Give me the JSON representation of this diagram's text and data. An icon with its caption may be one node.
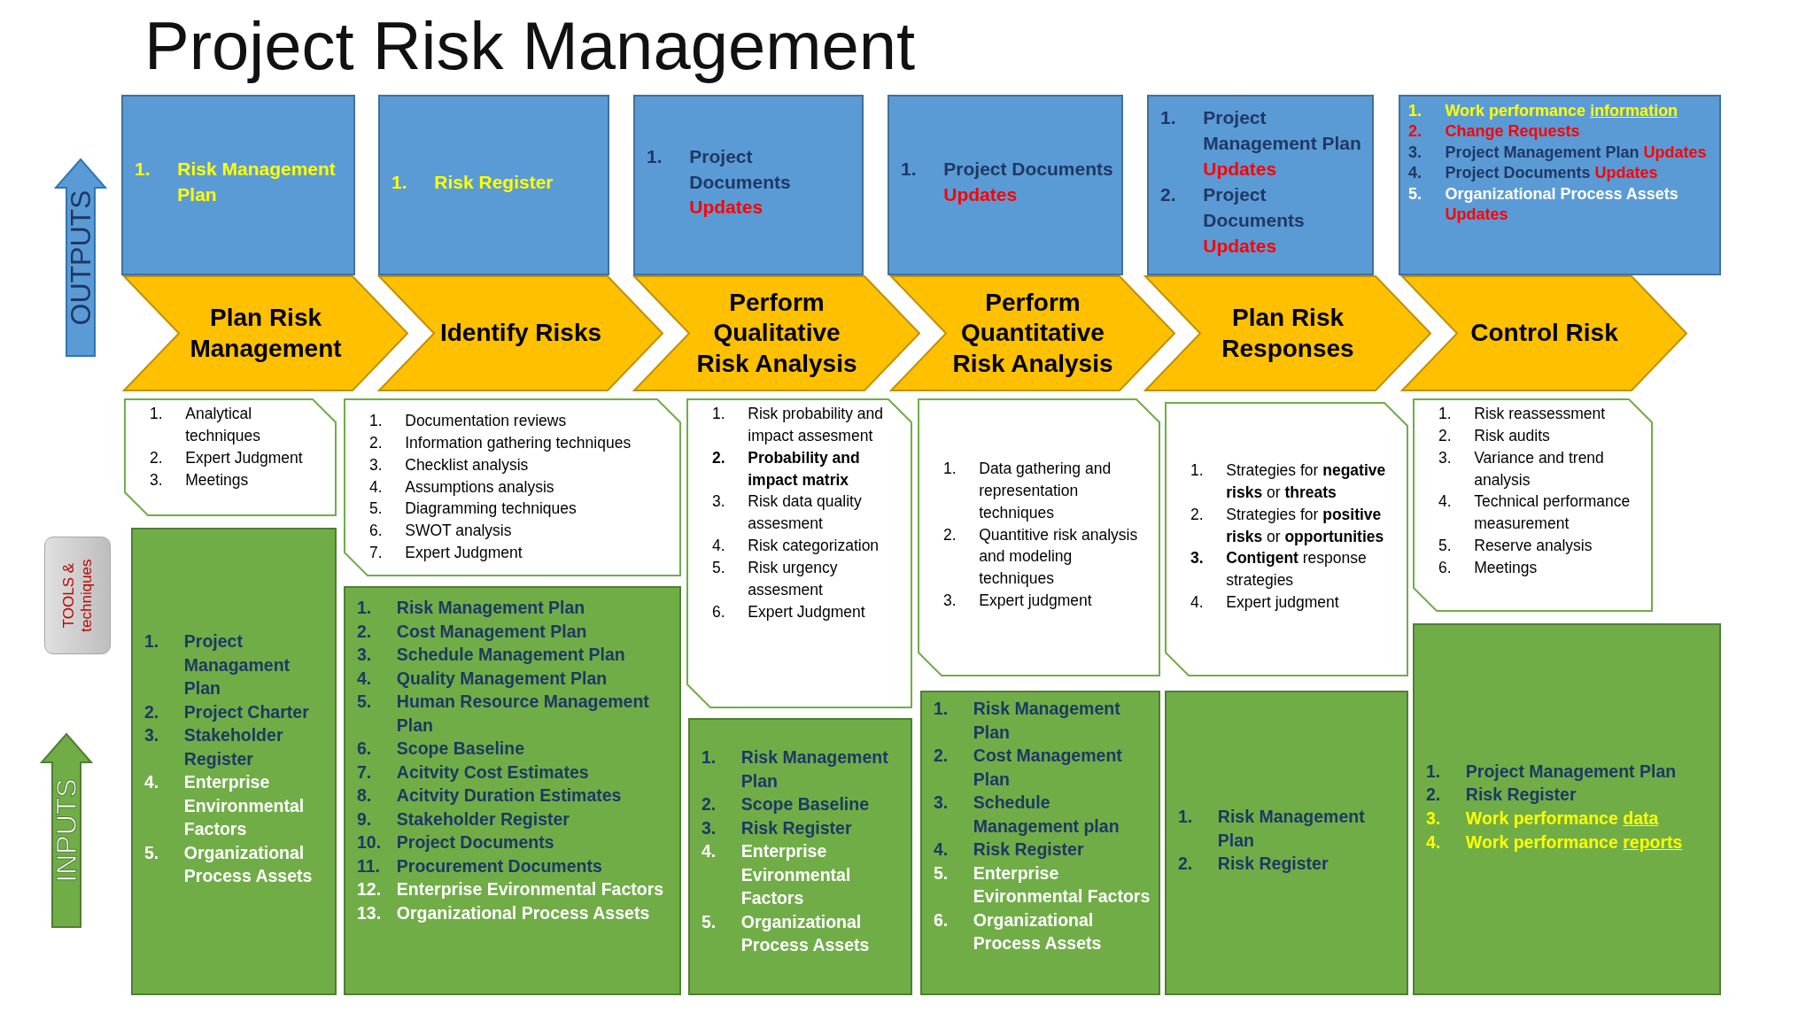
{
  "diagram": {
    "title": "Project Risk Management",
    "nodes": [
      {
        "text": [
          "OUTPUTS"
        ]
      },
      {
        "text": [
          "1. Risk Management Plan"
        ]
      },
      {
        "text": [
          "1. Risk Register"
        ]
      },
      {
        "text": [
          "1. Project Documents",
          "Updates"
        ]
      },
      {
        "text": [
          "1. Project Documents",
          "Updates"
        ]
      },
      {
        "text": [
          "1. Project Management Plan",
          "Updates",
          "2. Project Documents",
          "Updates"
        ]
      },
      {
        "text": [
          "1. Work performance",
          "information",
          "2. Change Requests",
          "3. Project Management Plan",
          "Updates",
          "4. Project Documents",
          "Updates",
          "5. Organizational Process Assets",
          "Updates"
        ]
      },
      {
        "text": [
          "Plan Risk Management"
        ]
      },
      {
        "text": [
          "Identify Risks"
        ]
      },
      {
        "text": [
          "Perform Qualitative Risk Analysis"
        ]
      },
      {
        "text": [
          "Perform Quantitative Risk Analysis"
        ]
      },
      {
        "text": [
          "Plan Risk Responses"
        ]
      },
      {
        "text": [
          "Control Risk"
        ]
      },
      {
        "text": [
          "TOOLS & techniques"
        ]
      },
      {
        "text": [
          "1. Analytical techniques",
          "2. Expert Judgment",
          "3. Meetings"
        ]
      },
      {
        "text": [
          "1. Documentation reviews",
          "2. Information gathering techniques",
          "3. Checklist analysis",
          "4. Assumptions analysis",
          "5. Diagramming techniques",
          "6. SWOT analysis",
          "7. Expert Judgment"
        ]
      },
      {
        "text": [
          "1. Risk probability and impact assesment",
          "2. Probability and impact matrix",
          "3. Risk data quality assesment",
          "4. Risk categorization",
          "5. Risk urgency assesment",
          "6. Expert Judgment"
        ]
      },
      {
        "text": [
          "1. Data gathering and representation techniques",
          "2. Quantitive risk analysis and modeling techniques",
          "3. Expert judgment"
        ]
      },
      {
        "text": [
          "1. Strategies for **negative risks** or **threats**",
          "2. Strategies for **positive risks** or **opportunities**",
          "3. **Contigent** response strategies",
          "4. Expert judgment"
        ]
      },
      {
        "text": [
          "1. Risk reassessment",
          "2. Risk audits",
          "3. Variance and trend analysis",
          "4. Technical performance measurement",
          "5. Reserve analysis",
          "6. Meetings"
        ]
      },
      {
        "text": [
          "INPUTS"
        ]
      },
      {
        "text": [
          "1. Project Managament Plan",
          "2. Project Charter",
          "3. Stakeholder Register",
          "4. Enterprise Environmental Factors",
          "5. Organizational Process Assets"
        ]
      },
      {
        "text": [
          "1. Risk Management Plan",
          "2. Cost Management Plan",
          "3. Schedule Management Plan",
          "4. Quality Management Plan",
          "5. Human Resource Management Plan",
          "6. Scope Baseline",
          "7. Acitvity Cost Estimates",
          "8. Acitvity Duration Estimates",
          "9. Stakeholder Register",
          "10. Project Documents",
          "11. Procurement Documents",
          "12. Enterprise Evironmental Factors",
          "13. Organizational Process Assets"
        ]
      },
      {
        "text": [
          "1. Risk Management Plan",
          "2. Scope Baseline",
          "3. Risk Register",
          "4. Enterprise Evironmental Factors",
          "5. Organizational Process Assets"
        ]
      },
      {
        "text": [
          "1. Risk Management Plan",
          "2. Cost Management Plan",
          "3. Schedule Management plan",
          "4. Risk Register",
          "5. Enterprise Evironmental Factors",
          "6. Organizational Process Assets"
        ]
      },
      {
        "text": [
          "1. Risk Management Plan",
          "2. Risk Register"
        ]
      },
      {
        "text": [
          "1. Project Management Plan",
          "2. Risk Register",
          "3. Work performance",
          "data",
          "4. Work performance",
          "reports"
        ]
      }
    ]
  }
}
